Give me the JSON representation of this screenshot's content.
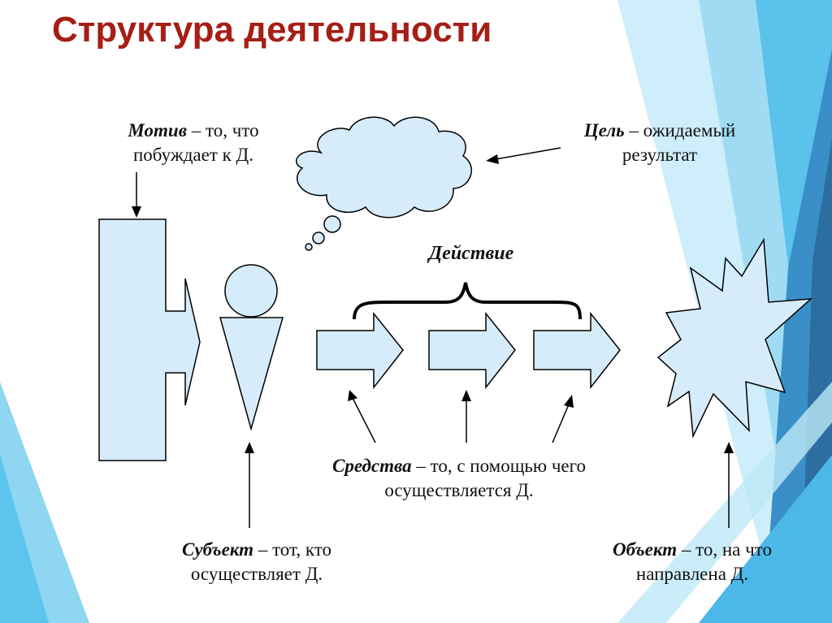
{
  "title": "Структура деятельности",
  "labels": {
    "motive": {
      "term": "Мотив",
      "rest": " – то, что",
      "line2": "побуждает к Д."
    },
    "goal": {
      "term": "Цель",
      "rest": " – ожидаемый",
      "line2": "результат"
    },
    "action": "Действие",
    "means": {
      "term": "Средства",
      "rest": " – то, с помощью чего",
      "line2": "осуществляется Д."
    },
    "subject": {
      "term": "Субъект",
      "rest": " – тот, кто",
      "line2": "осуществляет Д."
    },
    "object": {
      "term": "Объект",
      "rest": " – то, на что",
      "line2": "направлена Д."
    }
  },
  "colors": {
    "title": "#a61e16",
    "shape_fill": "#d6ecfa",
    "stroke": "#000000",
    "accent_dark": "#2e6fa0",
    "accent_light": "#5cc6ee"
  }
}
